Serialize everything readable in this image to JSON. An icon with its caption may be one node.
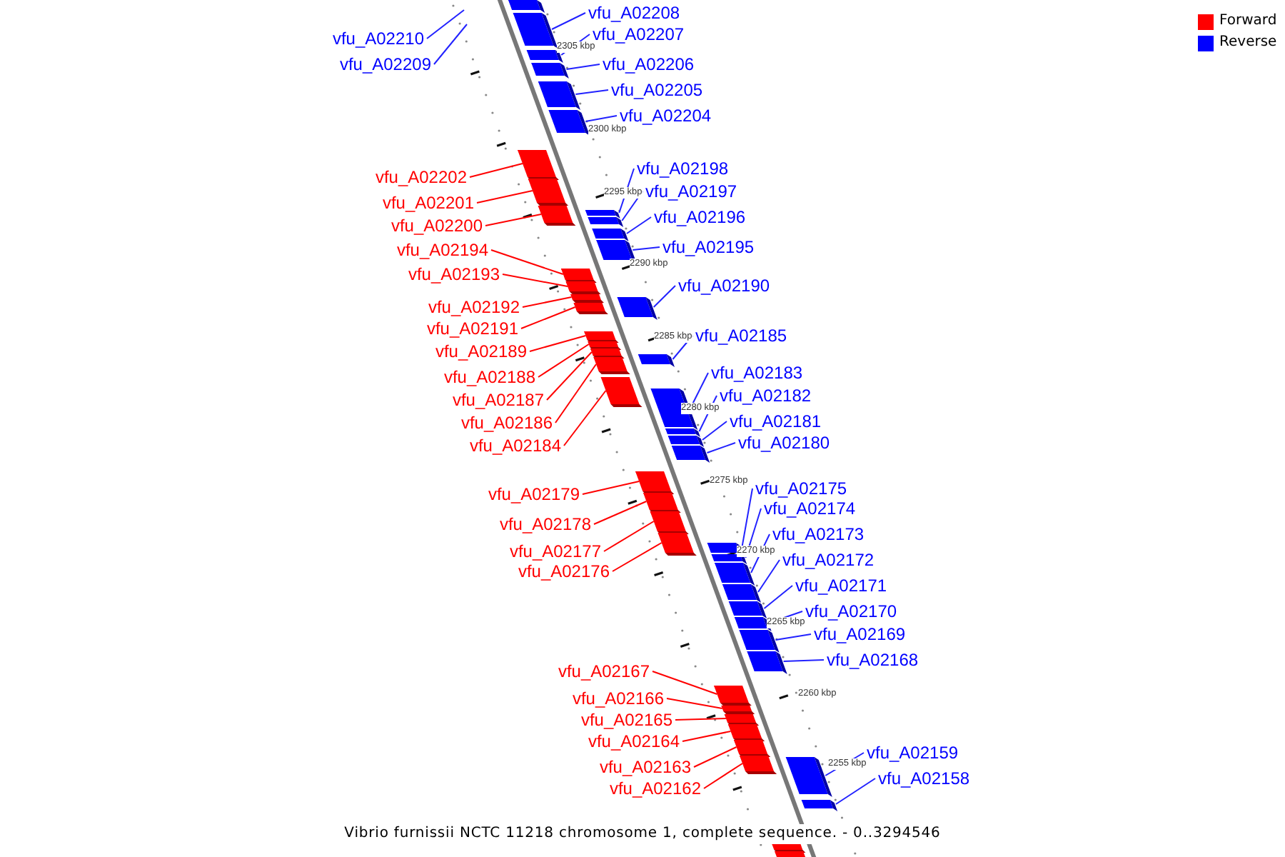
{
  "diagram": {
    "caption": "Vibrio furnissii NCTC 11218 chromosome 1, complete sequence. - 0..3294546",
    "nodes": [
      {
        "text": [],
        "shape": "bar"
      },
      {
        "text": [
          "vfu_A02208"
        ]
      },
      {
        "text": [],
        "shape": "bar"
      },
      {
        "text": [
          "vfu_A02207"
        ]
      },
      {
        "text": [],
        "shape": "bar"
      },
      {
        "text": [
          "vfu_A02210"
        ]
      },
      {
        "text": [
          "vfu_A02209"
        ]
      },
      {
        "text": [
          "vfu_A02206"
        ]
      },
      {
        "text": [],
        "shape": "bar"
      },
      {
        "text": [
          "vfu_A02205"
        ]
      },
      {
        "text": [],
        "shape": "bar"
      },
      {
        "text": [
          "vfu_A02204"
        ]
      },
      {
        "text": [],
        "shape": "bar"
      },
      {
        "text": [
          "vfu_A02198"
        ]
      },
      {
        "text": [],
        "shape": "bar"
      },
      {
        "text": [
          "vfu_A02202"
        ]
      },
      {
        "text": [],
        "shape": "bar"
      },
      {
        "text": [
          "vfu_A02197"
        ]
      },
      {
        "text": [],
        "shape": "bar"
      },
      {
        "text": [
          "vfu_A02201"
        ]
      },
      {
        "text": [],
        "shape": "bar"
      },
      {
        "text": [
          "vfu_A02196"
        ]
      },
      {
        "text": [],
        "shape": "bar"
      },
      {
        "text": [
          "vfu_A02200"
        ]
      },
      {
        "text": [],
        "shape": "bar"
      },
      {
        "text": [
          "vfu_A02195"
        ]
      },
      {
        "text": [],
        "shape": "bar"
      },
      {
        "text": [
          "vfu_A02194"
        ]
      },
      {
        "text": [],
        "shape": "bar"
      },
      {
        "text": [
          "vfu_A02193"
        ]
      },
      {
        "text": [],
        "shape": "bar"
      },
      {
        "text": [
          "vfu_A02190"
        ]
      },
      {
        "text": [],
        "shape": "bar"
      },
      {
        "text": [
          "vfu_A02192"
        ]
      },
      {
        "text": [],
        "shape": "bar"
      },
      {
        "text": [
          "vfu_A02191"
        ]
      },
      {
        "text": [],
        "shape": "bar"
      },
      {
        "text": [
          "vfu_A02185"
        ]
      },
      {
        "text": [],
        "shape": "bar"
      },
      {
        "text": [
          "vfu_A02189"
        ]
      },
      {
        "text": [],
        "shape": "bar"
      },
      {
        "text": [
          "vfu_A02183"
        ]
      },
      {
        "text": [],
        "shape": "bar"
      },
      {
        "text": [
          "vfu_A02188"
        ]
      },
      {
        "text": [],
        "shape": "bar"
      },
      {
        "text": [
          "vfu_A02182"
        ]
      },
      {
        "text": [],
        "shape": "bar"
      },
      {
        "text": [
          "vfu_A02187"
        ]
      },
      {
        "text": [],
        "shape": "bar"
      },
      {
        "text": [
          "vfu_A02181"
        ]
      },
      {
        "text": [],
        "shape": "bar"
      },
      {
        "text": [
          "vfu_A02186"
        ]
      },
      {
        "text": [],
        "shape": "bar"
      },
      {
        "text": [
          "vfu_A02180"
        ]
      },
      {
        "text": [],
        "shape": "bar"
      },
      {
        "text": [
          "vfu_A02184"
        ]
      },
      {
        "text": [],
        "shape": "bar"
      },
      {
        "text": [
          "vfu_A02175"
        ]
      },
      {
        "text": [],
        "shape": "bar"
      },
      {
        "text": [
          "vfu_A02179"
        ]
      },
      {
        "text": [],
        "shape": "bar"
      },
      {
        "text": [
          "vfu_A02174"
        ]
      },
      {
        "text": [],
        "shape": "bar"
      },
      {
        "text": [
          "vfu_A02178"
        ]
      },
      {
        "text": [],
        "shape": "bar"
      },
      {
        "text": [
          "vfu_A02173"
        ]
      },
      {
        "text": [],
        "shape": "bar"
      },
      {
        "text": [
          "vfu_A02177"
        ]
      },
      {
        "text": [],
        "shape": "bar"
      },
      {
        "text": [
          "vfu_A02172"
        ]
      },
      {
        "text": [],
        "shape": "bar"
      },
      {
        "text": [
          "vfu_A02176"
        ]
      },
      {
        "text": [],
        "shape": "bar"
      },
      {
        "text": [
          "vfu_A02171"
        ]
      },
      {
        "text": [],
        "shape": "bar"
      },
      {
        "text": [
          "vfu_A02170"
        ]
      },
      {
        "text": [],
        "shape": "bar"
      },
      {
        "text": [
          "vfu_A02169"
        ]
      },
      {
        "text": [],
        "shape": "bar"
      },
      {
        "text": [
          "vfu_A02168"
        ]
      },
      {
        "text": [],
        "shape": "bar"
      },
      {
        "text": [
          "vfu_A02167"
        ]
      },
      {
        "text": [],
        "shape": "bar"
      },
      {
        "text": [
          "vfu_A02166"
        ]
      },
      {
        "text": [],
        "shape": "bar"
      },
      {
        "text": [
          "vfu_A02165"
        ]
      },
      {
        "text": [],
        "shape": "bar"
      },
      {
        "text": [
          "vfu_A02164"
        ]
      },
      {
        "text": [],
        "shape": "bar"
      },
      {
        "text": [
          "vfu_A02159"
        ]
      },
      {
        "text": [],
        "shape": "bar"
      },
      {
        "text": [
          "vfu_A02163"
        ]
      },
      {
        "text": [],
        "shape": "bar"
      },
      {
        "text": [
          "vfu_A02158"
        ]
      },
      {
        "text": [],
        "shape": "bar"
      },
      {
        "text": [
          "vfu_A02162"
        ]
      },
      {
        "text": [],
        "shape": "bar"
      },
      {
        "text": [],
        "shape": "bar"
      },
      {
        "text": [],
        "shape": "bar"
      }
    ],
    "edges": [
      {
        "from": 1,
        "to": 2,
        "arrow": "none"
      },
      {
        "from": 3,
        "to": 4,
        "arrow": "none"
      },
      {
        "from": 5,
        "to": null,
        "arrow": "none"
      },
      {
        "from": 6,
        "to": null,
        "arrow": "none"
      },
      {
        "from": 7,
        "to": 8,
        "arrow": "none"
      },
      {
        "from": 9,
        "to": 10,
        "arrow": "none"
      },
      {
        "from": 11,
        "to": 12,
        "arrow": "none"
      },
      {
        "from": 13,
        "to": 14,
        "arrow": "none"
      },
      {
        "from": 15,
        "to": 16,
        "arrow": "none",
        "color": "#ff0000"
      },
      {
        "from": 17,
        "to": 18,
        "arrow": "none"
      },
      {
        "from": 19,
        "to": 20,
        "arrow": "none",
        "color": "#ff0000"
      },
      {
        "from": 21,
        "to": 22,
        "arrow": "none"
      },
      {
        "from": 23,
        "to": 24,
        "arrow": "none",
        "color": "#ff0000"
      },
      {
        "from": 25,
        "to": 26,
        "arrow": "none"
      },
      {
        "from": 27,
        "to": 28,
        "arrow": "none",
        "color": "#ff0000"
      },
      {
        "from": 29,
        "to": 30,
        "arrow": "none",
        "color": "#ff0000"
      },
      {
        "from": 31,
        "to": 32,
        "arrow": "none"
      },
      {
        "from": 33,
        "to": 34,
        "arrow": "none",
        "color": "#ff0000"
      },
      {
        "from": 35,
        "to": 36,
        "arrow": "none",
        "color": "#ff0000"
      },
      {
        "from": 37,
        "to": 38,
        "arrow": "none"
      },
      {
        "from": 39,
        "to": 40,
        "arrow": "none",
        "color": "#ff0000"
      },
      {
        "from": 41,
        "to": 42,
        "arrow": "none"
      },
      {
        "from": 43,
        "to": 44,
        "arrow": "none",
        "color": "#ff0000"
      },
      {
        "from": 45,
        "to": 46,
        "arrow": "none"
      },
      {
        "from": 47,
        "to": 48,
        "arrow": "none",
        "color": "#ff0000"
      },
      {
        "from": 49,
        "to": 50,
        "arrow": "none"
      },
      {
        "from": 51,
        "to": 52,
        "arrow": "none",
        "color": "#ff0000"
      },
      {
        "from": 53,
        "to": 54,
        "arrow": "none"
      },
      {
        "from": 55,
        "to": 56,
        "arrow": "none",
        "color": "#ff0000"
      },
      {
        "from": 57,
        "to": 58,
        "arrow": "none"
      },
      {
        "from": 59,
        "to": 60,
        "arrow": "none",
        "color": "#ff0000"
      },
      {
        "from": 61,
        "to": 62,
        "arrow": "none"
      },
      {
        "from": 63,
        "to": 64,
        "arrow": "none",
        "color": "#ff0000"
      },
      {
        "from": 65,
        "to": 66,
        "arrow": "none"
      },
      {
        "from": 67,
        "to": 68,
        "arrow": "none",
        "color": "#ff0000"
      },
      {
        "from": 69,
        "to": 70,
        "arrow": "none"
      },
      {
        "from": 71,
        "to": 72,
        "arrow": "none",
        "color": "#ff0000"
      },
      {
        "from": 73,
        "to": 74,
        "arrow": "none"
      },
      {
        "from": 75,
        "to": 76,
        "arrow": "none"
      },
      {
        "from": 77,
        "to": 78,
        "arrow": "none"
      },
      {
        "from": 79,
        "to": 80,
        "arrow": "none"
      },
      {
        "from": 81,
        "to": 82,
        "arrow": "none",
        "color": "#ff0000"
      },
      {
        "from": 83,
        "to": 84,
        "arrow": "none",
        "color": "#ff0000"
      },
      {
        "from": 85,
        "to": 86,
        "arrow": "none",
        "color": "#ff0000"
      },
      {
        "from": 87,
        "to": 88,
        "arrow": "none",
        "color": "#ff0000"
      },
      {
        "from": 89,
        "to": 90,
        "arrow": "none"
      },
      {
        "from": 91,
        "to": 92,
        "arrow": "none",
        "color": "#ff0000"
      },
      {
        "from": 93,
        "to": 94,
        "arrow": "none"
      },
      {
        "from": 95,
        "to": 96,
        "arrow": "none",
        "color": "#ff0000"
      }
    ],
    "labels": [
      "2305 kbp",
      "2300 kbp",
      "2295 kbp",
      "2290 kbp",
      "2285 kbp",
      "2280 kbp",
      "2275 kbp",
      "2270 kbp",
      "2265 kbp",
      "2260 kbp",
      "2255 kbp"
    ],
    "legend": [
      {
        "text": "Forward",
        "color": "#ff0000"
      },
      {
        "text": "Reverse",
        "color": "#0000ff"
      }
    ]
  }
}
